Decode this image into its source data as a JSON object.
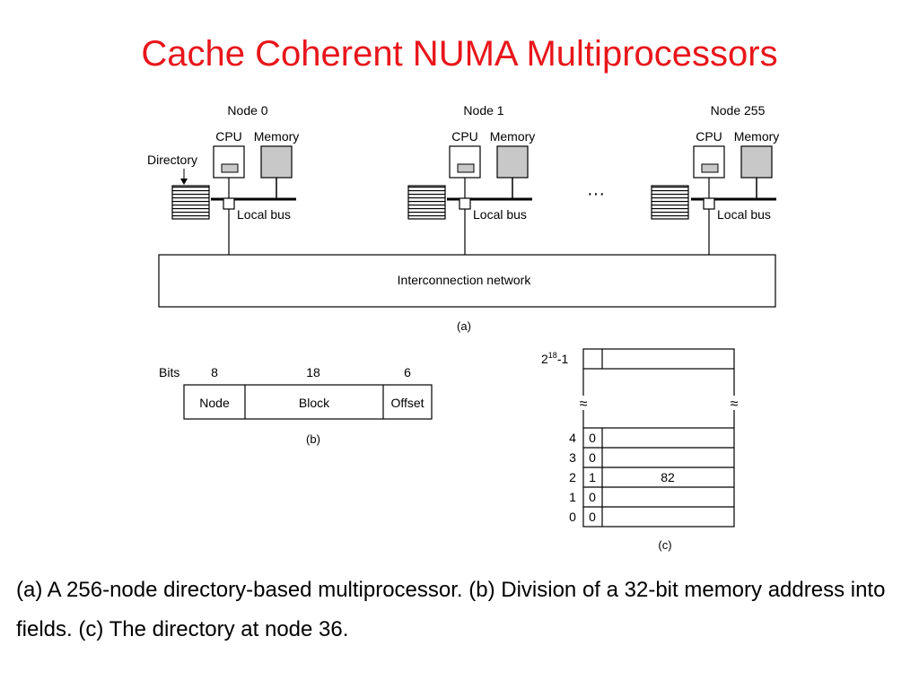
{
  "slide": {
    "title": "Cache Coherent NUMA Multiprocessors",
    "caption": "(a) A 256-node directory-based multiprocessor.  (b) Division of a 32-bit memory address into fields.  (c) The directory at node 36."
  },
  "figure_a": {
    "nodes": [
      {
        "name": "Node 0",
        "cpu_label": "CPU",
        "memory_label": "Memory",
        "bus_label": "Local bus"
      },
      {
        "name": "Node 1",
        "cpu_label": "CPU",
        "memory_label": "Memory",
        "bus_label": "Local bus"
      },
      {
        "name": "Node 255",
        "cpu_label": "CPU",
        "memory_label": "Memory",
        "bus_label": "Local bus"
      }
    ],
    "directory_label": "Directory",
    "ellipsis": "···",
    "network_label": "Interconnection network",
    "sublabel": "(a)"
  },
  "figure_b": {
    "bits_label": "Bits",
    "fields": [
      {
        "bits": "8",
        "name": "Node"
      },
      {
        "bits": "18",
        "name": "Block"
      },
      {
        "bits": "6",
        "name": "Offset"
      }
    ],
    "sublabel": "(b)"
  },
  "figure_c": {
    "top_label_base": "2",
    "top_label_exp": "18",
    "top_label_suffix": "-1",
    "break_symbol": "≈",
    "rows": [
      {
        "index": "4",
        "bit": "0",
        "node": ""
      },
      {
        "index": "3",
        "bit": "0",
        "node": ""
      },
      {
        "index": "2",
        "bit": "1",
        "node": "82"
      },
      {
        "index": "1",
        "bit": "0",
        "node": ""
      },
      {
        "index": "0",
        "bit": "0",
        "node": ""
      }
    ],
    "sublabel": "(c)"
  }
}
